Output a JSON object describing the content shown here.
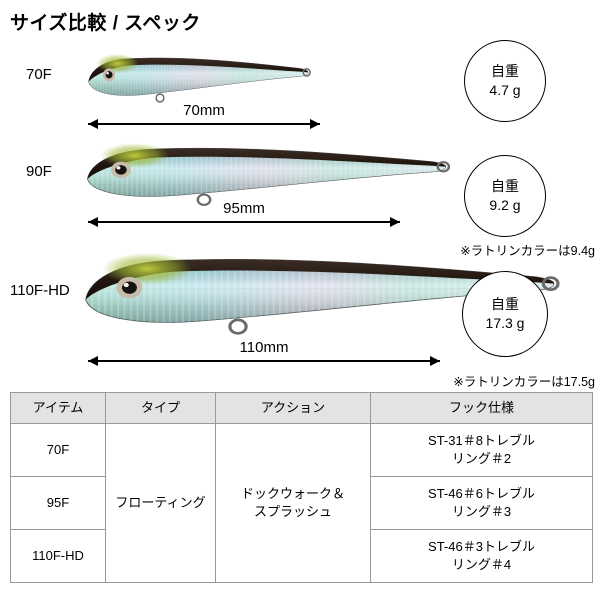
{
  "title": "サイズ比較 / スペック",
  "lures": [
    {
      "label": "70F",
      "length": "70mm",
      "weight_label": "自重",
      "weight": "4.7 g"
    },
    {
      "label": "90F",
      "length": "95mm",
      "weight_label": "自重",
      "weight": "9.2 g",
      "note": "※ラトリンカラーは9.4g"
    },
    {
      "label": "110F-HD",
      "length": "110mm",
      "weight_label": "自重",
      "weight": "17.3 g",
      "note": "※ラトリンカラーは17.5g"
    }
  ],
  "table": {
    "headers": [
      "アイテム",
      "タイプ",
      "アクション",
      "フック仕様"
    ],
    "type_value": "フローティング",
    "action_value": "ドックウォーク＆\nスプラッシュ",
    "rows": [
      {
        "item": "70F",
        "hook": "ST-31＃8トレブル\nリング＃2"
      },
      {
        "item": "95F",
        "hook": "ST-46＃6トレブル\nリング＃3"
      },
      {
        "item": "110F-HD",
        "hook": "ST-46＃3トレブル\nリング＃4"
      }
    ]
  }
}
